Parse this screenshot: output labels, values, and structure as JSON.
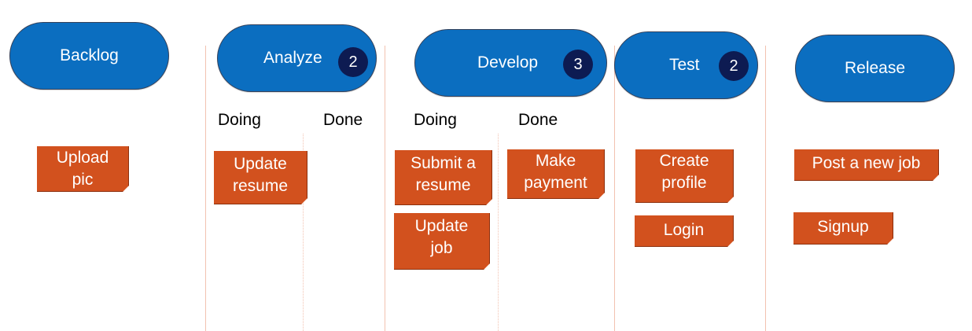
{
  "columns": {
    "backlog": {
      "label": "Backlog"
    },
    "analyze": {
      "label": "Analyze",
      "wip": "2",
      "doing": "Doing",
      "done": "Done"
    },
    "develop": {
      "label": "Develop",
      "wip": "3",
      "doing": "Doing",
      "done": "Done"
    },
    "test": {
      "label": "Test",
      "wip": "2"
    },
    "release": {
      "label": "Release"
    }
  },
  "cards": {
    "backlog": [
      "Upload\npic"
    ],
    "analyze_doing": [
      "Update\nresume"
    ],
    "develop_doing": [
      "Submit a\nresume",
      "Update\njob"
    ],
    "develop_done": [
      "Make\npayment"
    ],
    "test": [
      "Create\nprofile",
      "Login"
    ],
    "release": [
      "Post a new job",
      "Signup"
    ]
  },
  "colors": {
    "header_fill": "#0b6ec0",
    "badge_fill": "#0d1b52",
    "card_fill": "#d2511e",
    "divider": "#f2c2b0"
  }
}
